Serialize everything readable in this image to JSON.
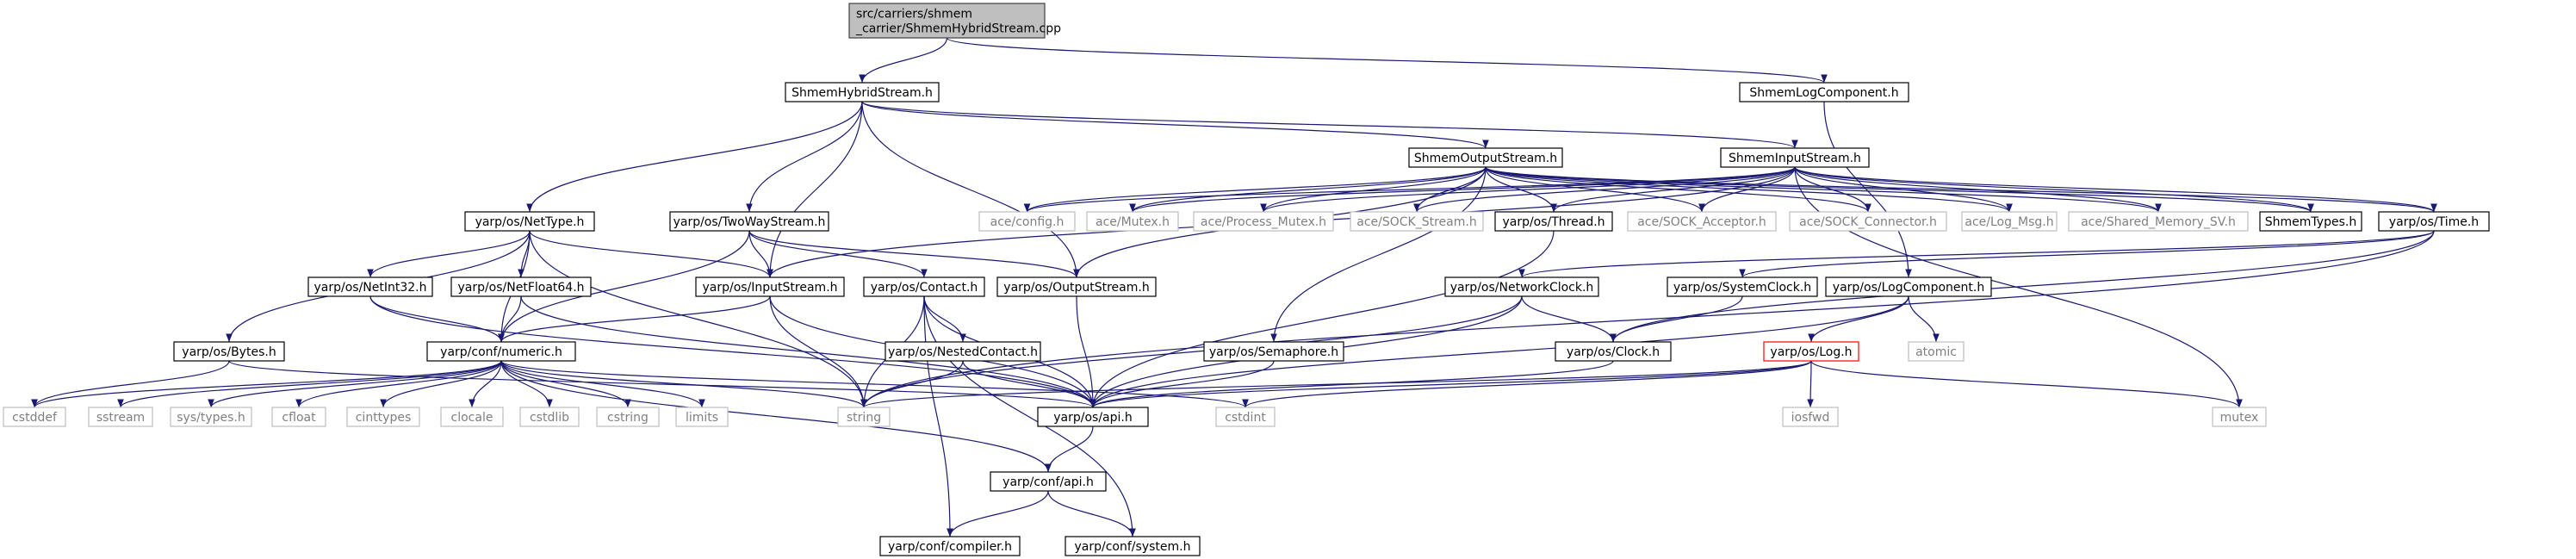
{
  "colors": {
    "edge": "#191970",
    "box_border": "#000000",
    "box_fill": "#ffffff",
    "root_fill": "#bfbfbf",
    "root_border": "#404040",
    "system_header_border": "#bfbfbf",
    "system_header_text": "#808080",
    "highlight_border": "#ff0000",
    "text": "#000000"
  },
  "nodes": [
    {
      "id": "root",
      "label": [
        "src/carriers/shmem",
        "_carrier/ShmemHybridStream.cpp"
      ],
      "style": "root"
    },
    {
      "id": "hybrid",
      "label": [
        "ShmemHybridStream.h"
      ],
      "style": "normal"
    },
    {
      "id": "logcomp",
      "label": [
        "ShmemLogComponent.h"
      ],
      "style": "normal"
    },
    {
      "id": "outstream",
      "label": [
        "ShmemOutputStream.h"
      ],
      "style": "normal"
    },
    {
      "id": "instream",
      "label": [
        "ShmemInputStream.h"
      ],
      "style": "normal"
    },
    {
      "id": "nettype",
      "label": [
        "yarp/os/NetType.h"
      ],
      "style": "normal"
    },
    {
      "id": "twoway",
      "label": [
        "yarp/os/TwoWayStream.h"
      ],
      "style": "normal"
    },
    {
      "id": "aceconfig",
      "label": [
        "ace/config.h"
      ],
      "style": "system"
    },
    {
      "id": "acemutex",
      "label": [
        "ace/Mutex.h"
      ],
      "style": "system"
    },
    {
      "id": "aceprocmutex",
      "label": [
        "ace/Process_Mutex.h"
      ],
      "style": "system"
    },
    {
      "id": "acesockstream",
      "label": [
        "ace/SOCK_Stream.h"
      ],
      "style": "system"
    },
    {
      "id": "thread",
      "label": [
        "yarp/os/Thread.h"
      ],
      "style": "normal"
    },
    {
      "id": "acesockacc",
      "label": [
        "ace/SOCK_Acceptor.h"
      ],
      "style": "system"
    },
    {
      "id": "acesockconn",
      "label": [
        "ace/SOCK_Connector.h"
      ],
      "style": "system"
    },
    {
      "id": "acelog",
      "label": [
        "ace/Log_Msg.h"
      ],
      "style": "system"
    },
    {
      "id": "aceshm",
      "label": [
        "ace/Shared_Memory_SV.h"
      ],
      "style": "system"
    },
    {
      "id": "shmemtypes",
      "label": [
        "ShmemTypes.h"
      ],
      "style": "normal"
    },
    {
      "id": "time",
      "label": [
        "yarp/os/Time.h"
      ],
      "style": "normal"
    },
    {
      "id": "netint32",
      "label": [
        "yarp/os/NetInt32.h"
      ],
      "style": "normal"
    },
    {
      "id": "netfloat64",
      "label": [
        "yarp/os/NetFloat64.h"
      ],
      "style": "normal"
    },
    {
      "id": "inputstream",
      "label": [
        "yarp/os/InputStream.h"
      ],
      "style": "normal"
    },
    {
      "id": "contact",
      "label": [
        "yarp/os/Contact.h"
      ],
      "style": "normal"
    },
    {
      "id": "outputstream",
      "label": [
        "yarp/os/OutputStream.h"
      ],
      "style": "normal"
    },
    {
      "id": "netclock",
      "label": [
        "yarp/os/NetworkClock.h"
      ],
      "style": "normal"
    },
    {
      "id": "sysclock",
      "label": [
        "yarp/os/SystemClock.h"
      ],
      "style": "normal"
    },
    {
      "id": "yarplogcomp",
      "label": [
        "yarp/os/LogComponent.h"
      ],
      "style": "normal"
    },
    {
      "id": "bytes",
      "label": [
        "yarp/os/Bytes.h"
      ],
      "style": "normal"
    },
    {
      "id": "numeric",
      "label": [
        "yarp/conf/numeric.h"
      ],
      "style": "normal"
    },
    {
      "id": "nested",
      "label": [
        "yarp/os/NestedContact.h"
      ],
      "style": "normal"
    },
    {
      "id": "semaphore",
      "label": [
        "yarp/os/Semaphore.h"
      ],
      "style": "normal"
    },
    {
      "id": "clock",
      "label": [
        "yarp/os/Clock.h"
      ],
      "style": "normal"
    },
    {
      "id": "log",
      "label": [
        "yarp/os/Log.h"
      ],
      "style": "highlight"
    },
    {
      "id": "atomic",
      "label": [
        "atomic"
      ],
      "style": "system"
    },
    {
      "id": "cstddef",
      "label": [
        "cstddef"
      ],
      "style": "system"
    },
    {
      "id": "sstream",
      "label": [
        "sstream"
      ],
      "style": "system"
    },
    {
      "id": "systypes",
      "label": [
        "sys/types.h"
      ],
      "style": "system"
    },
    {
      "id": "cfloat",
      "label": [
        "cfloat"
      ],
      "style": "system"
    },
    {
      "id": "cinttypes",
      "label": [
        "cinttypes"
      ],
      "style": "system"
    },
    {
      "id": "clocale",
      "label": [
        "clocale"
      ],
      "style": "system"
    },
    {
      "id": "cstdlib",
      "label": [
        "cstdlib"
      ],
      "style": "system"
    },
    {
      "id": "cstring",
      "label": [
        "cstring"
      ],
      "style": "system"
    },
    {
      "id": "limits",
      "label": [
        "limits"
      ],
      "style": "system"
    },
    {
      "id": "string",
      "label": [
        "string"
      ],
      "style": "system"
    },
    {
      "id": "osapi",
      "label": [
        "yarp/os/api.h"
      ],
      "style": "normal"
    },
    {
      "id": "cstdint",
      "label": [
        "cstdint"
      ],
      "style": "system"
    },
    {
      "id": "iosfwd",
      "label": [
        "iosfwd"
      ],
      "style": "system"
    },
    {
      "id": "mutex",
      "label": [
        "mutex"
      ],
      "style": "system"
    },
    {
      "id": "confapi",
      "label": [
        "yarp/conf/api.h"
      ],
      "style": "normal"
    },
    {
      "id": "compiler",
      "label": [
        "yarp/conf/compiler.h"
      ],
      "style": "normal"
    },
    {
      "id": "system",
      "label": [
        "yarp/conf/system.h"
      ],
      "style": "normal"
    }
  ]
}
